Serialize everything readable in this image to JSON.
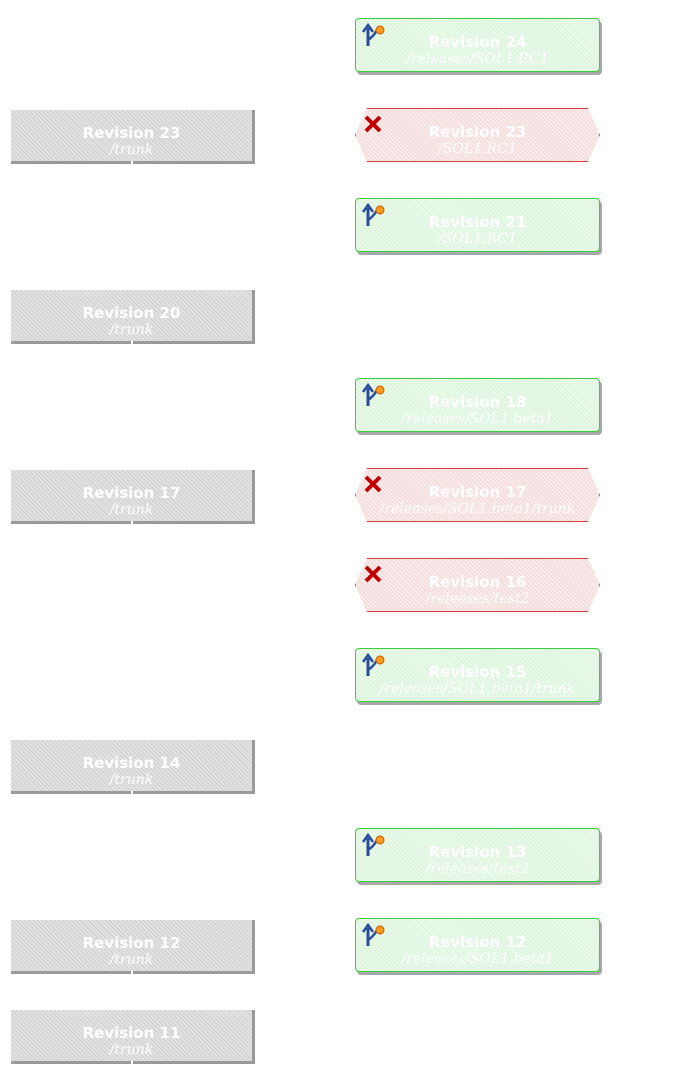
{
  "nodes": [
    {
      "kind": "added",
      "title": "Revision 24",
      "path": "/releases/SOL1.RC1"
    },
    {
      "kind": "trunk",
      "title": "Revision 23",
      "path": "/trunk"
    },
    {
      "kind": "deleted",
      "title": "Revision 23",
      "path": "/SOL1.RC1"
    },
    {
      "kind": "added",
      "title": "Revision 21",
      "path": "/SOL1.RC1"
    },
    {
      "kind": "trunk",
      "title": "Revision 20",
      "path": "/trunk"
    },
    {
      "kind": "added",
      "title": "Revision 18",
      "path": "/releases/SOL1.beta1"
    },
    {
      "kind": "trunk",
      "title": "Revision 17",
      "path": "/trunk"
    },
    {
      "kind": "deleted",
      "title": "Revision 17",
      "path": "/releases/SOL1.beta1/trunk"
    },
    {
      "kind": "deleted",
      "title": "Revision 16",
      "path": "/releases/test2"
    },
    {
      "kind": "added",
      "title": "Revision 15",
      "path": "/releases/SOL1.beta1/trunk"
    },
    {
      "kind": "trunk",
      "title": "Revision 14",
      "path": "/trunk"
    },
    {
      "kind": "added",
      "title": "Revision 13",
      "path": "/releases/test2"
    },
    {
      "kind": "trunk",
      "title": "Revision 12",
      "path": "/trunk"
    },
    {
      "kind": "added",
      "title": "Revision 12",
      "path": "/releases/SOL1.beta1"
    },
    {
      "kind": "trunk",
      "title": "Revision 11",
      "path": "/trunk"
    }
  ],
  "icons": {
    "added": "branch-add-icon",
    "deleted": "delete-x-icon"
  }
}
